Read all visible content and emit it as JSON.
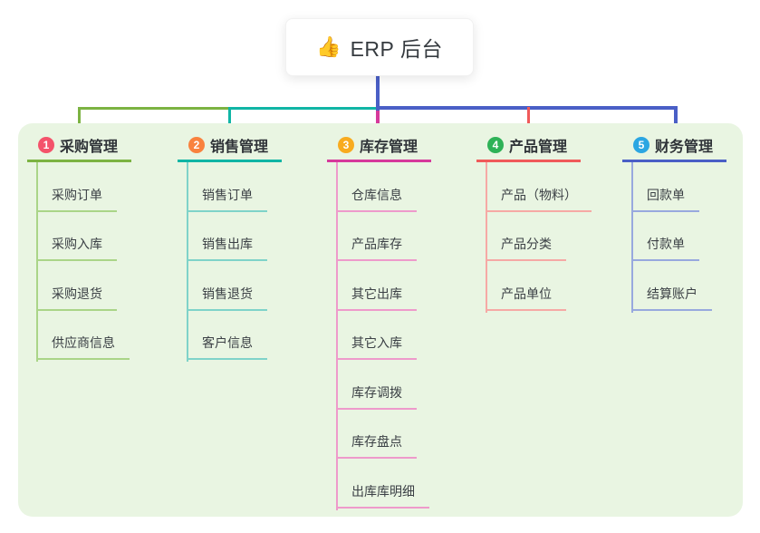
{
  "root": {
    "emoji": "👍",
    "title": "ERP 后台"
  },
  "colors": {
    "page_background": "#ffffff",
    "panel_background": "#e9f5e2",
    "root_line": "#4a5fc6",
    "root_text": "#363b40",
    "branch_text": "#2f3338",
    "child_text": "#3b4045"
  },
  "branches": [
    {
      "badge": "1",
      "badge_color": "#f4536b",
      "line_color": "#7cb342",
      "light_color": "#aad588",
      "title": "采购管理",
      "children": [
        "采购订单",
        "采购入库",
        "采购退货",
        "供应商信息"
      ]
    },
    {
      "badge": "2",
      "badge_color": "#f9823e",
      "line_color": "#10b5a5",
      "light_color": "#7fd3c9",
      "title": "销售管理",
      "children": [
        "销售订单",
        "销售出库",
        "销售退货",
        "客户信息"
      ]
    },
    {
      "badge": "3",
      "badge_color": "#f8ab1f",
      "line_color": "#d6399b",
      "light_color": "#ee9acb",
      "title": "库存管理",
      "children": [
        "仓库信息",
        "产品库存",
        "其它出库",
        "其它入库",
        "库存调拨",
        "库存盘点",
        "出库库明细"
      ]
    },
    {
      "badge": "4",
      "badge_color": "#2eb257",
      "line_color": "#f05a5a",
      "light_color": "#f6a9a5",
      "title": "产品管理",
      "children": [
        "产品（物料）",
        "产品分类",
        "产品单位"
      ]
    },
    {
      "badge": "5",
      "badge_color": "#2ba6e2",
      "line_color": "#4a5fc6",
      "light_color": "#98a9de",
      "title": "财务管理",
      "children": [
        "回款单",
        "付款单",
        "结算账户"
      ]
    }
  ]
}
